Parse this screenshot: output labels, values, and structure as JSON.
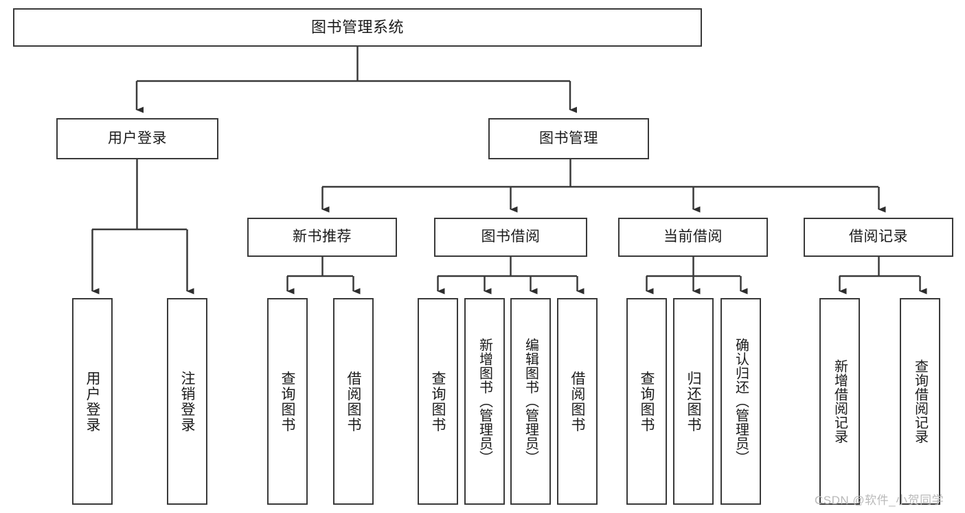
{
  "diagram": {
    "title": "图书管理系统",
    "watermark": "CSDN @软件_小贺同学",
    "colors": {
      "stroke": "#3a3a3a",
      "text": "#1b1b1b",
      "background": "#ffffff",
      "watermark": "#b9b9b9"
    },
    "root": {
      "label": "图书管理系统"
    },
    "level2": [
      {
        "label": "用户登录"
      },
      {
        "label": "图书管理"
      }
    ],
    "level3": [
      {
        "label": "新书推荐"
      },
      {
        "label": "图书借阅"
      },
      {
        "label": "当前借阅"
      },
      {
        "label": "借阅记录"
      }
    ],
    "leaves": {
      "user_login": [
        {
          "label": "用户登录"
        },
        {
          "label": "注销登录"
        }
      ],
      "new_book_recommend": [
        {
          "label": "查询图书"
        },
        {
          "label": "借阅图书"
        }
      ],
      "book_borrow": [
        {
          "label": "查询图书"
        },
        {
          "label": "新增图书（管理员）"
        },
        {
          "label": "编辑图书（管理员）"
        },
        {
          "label": "借阅图书"
        }
      ],
      "current_borrow": [
        {
          "label": "查询图书"
        },
        {
          "label": "归还图书"
        },
        {
          "label": "确认归还（管理员）"
        }
      ],
      "borrow_record": [
        {
          "label": "新增借阅记录"
        },
        {
          "label": "查询借阅记录"
        }
      ]
    }
  }
}
